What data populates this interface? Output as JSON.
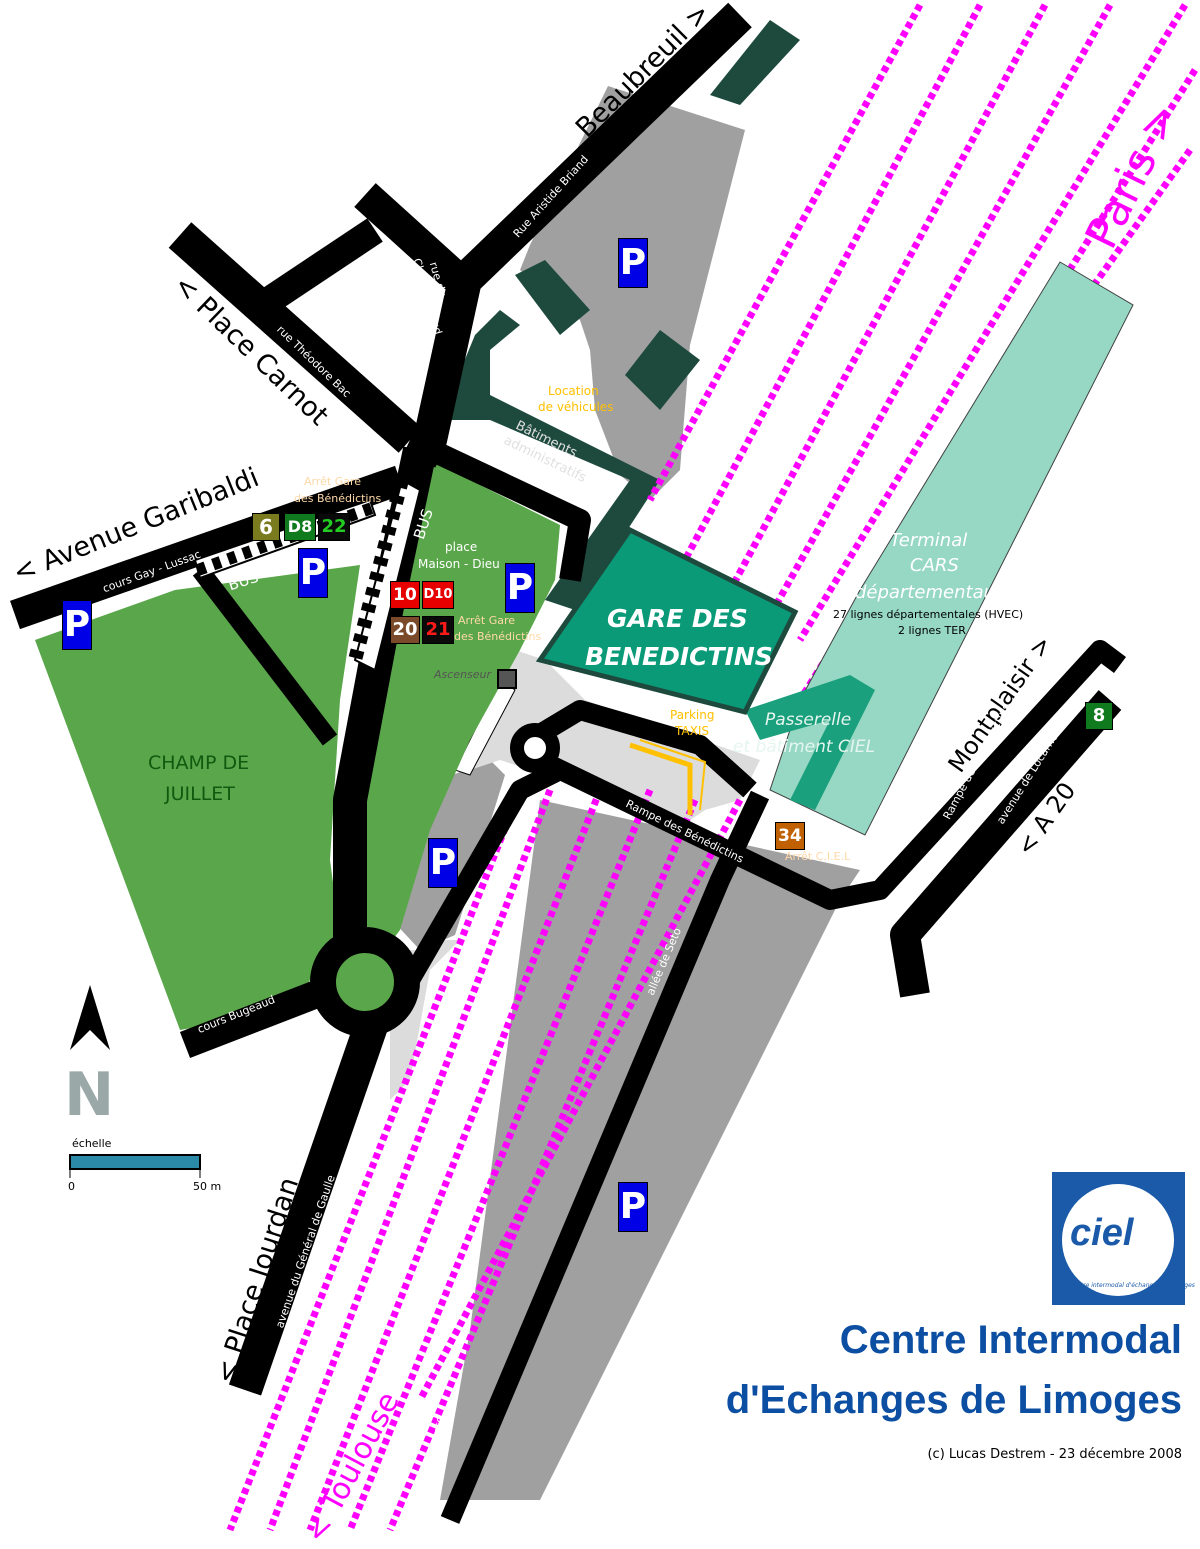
{
  "title": {
    "line1": "Centre Intermodal",
    "line2": "d'Echanges de Limoges"
  },
  "credit": "(c) Lucas Destrem - 23 décembre 2008",
  "logo_text": "ciel",
  "logo_caption": "centre intermodal d'échanges de limoges",
  "station": {
    "line1": "GARE DES",
    "line2": "BENEDICTINS"
  },
  "directions": {
    "beaubreuil": "Beaubreuil >",
    "place_carnot": "< Place Carnot",
    "avenue_garibaldi": "< Avenue Garibaldi",
    "paris": "Paris >",
    "montplaisir": "Montplaisir >",
    "a20": "< A 20",
    "place_jourdan": "< Place Jourdan",
    "toulouse": "< Toulouse"
  },
  "streets": {
    "aristide_briand": "Rue Aristide Briand",
    "chinchauvaud_1": "rue du",
    "chinchauvaud_2": "Chinchauvaud",
    "theodore_bac": "rue Théodore Bac",
    "gay_lussac": "cours Gay - Lussac",
    "bugeaud": "cours Bugeaud",
    "general_de_gaulle": "avenue du Général de Gaulle",
    "seto_1": "allée de Seto",
    "seto_2": "allée de Seto",
    "rampe_1": "Rampe des Bénédictins",
    "rampe_2": "Rampe des Bénédictins",
    "locarno": "avenue de Locarno"
  },
  "areas": {
    "location_1": "Location",
    "location_2": "de véhicules",
    "batiments_1": "Bâtiments",
    "batiments_2": "administratifs",
    "place_1": "place",
    "place_2": "Maison - Dieu",
    "champ_1": "CHAMP DE",
    "champ_2": "JUILLET",
    "terminal_1": "Terminal",
    "terminal_2": "CARS",
    "terminal_3": "départementaux",
    "terminal_4": "27 lignes départementales (HVEC)",
    "terminal_5": "2 lignes TER",
    "passerelle_1": "Passerelle",
    "passerelle_2": "et bâtiment CIEL",
    "taxis_1": "Parking",
    "taxis_2": "TAXIS",
    "ascenseur": "Ascenseur",
    "bus_1": "BUS",
    "bus_2": "BUS"
  },
  "stops": {
    "garibaldi_1": "Arrêt Gare",
    "garibaldi_2": "des Bénédictins",
    "maison_1": "Arrêt Gare",
    "maison_2": "des Bénédictins",
    "ciel": "Arrêt C.I.E.L"
  },
  "bus_lines": [
    {
      "label": "6",
      "color": "#7a7a1e"
    },
    {
      "label": "D8",
      "color": "#0f7a1e"
    },
    {
      "label": "22",
      "color": "#0a0a0a"
    },
    {
      "label": "10",
      "color": "#e60000"
    },
    {
      "label": "D10",
      "color": "#e60000"
    },
    {
      "label": "20",
      "color": "#7a4a2a"
    },
    {
      "label": "21",
      "color": "#0a0a0a"
    },
    {
      "label": "34",
      "color": "#c06000"
    },
    {
      "label": "8",
      "color": "#0f7a1e"
    }
  ],
  "parking_label": "P",
  "compass": {
    "letter": "N"
  },
  "scale": {
    "label": "échelle",
    "min": "0",
    "max": "50 m"
  },
  "colors": {
    "rail": "#ff00ff",
    "road": "#000000",
    "park_green": "#5aa64a",
    "station": "#0a9a78",
    "terminal": "#96d8c4",
    "building_dark": "#1e4a3e",
    "parking_grey": "#a0a0a0",
    "parking_blue": "#0000e6",
    "title_blue": "#0b4ea2"
  }
}
